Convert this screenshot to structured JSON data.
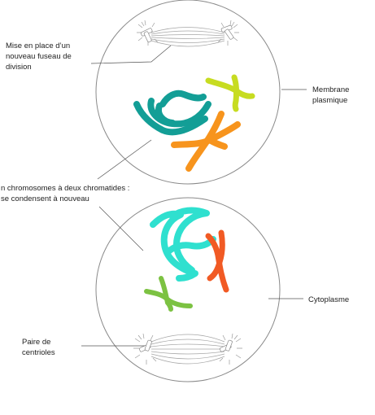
{
  "labels": {
    "spindle": "Mise en place d’un\nnouveau fuseau de\ndivision",
    "membrane": "Membrane\nplasmique",
    "chromosomes": "n chromosomes à deux chromatides :\nse condensent à nouveau",
    "cytoplasm": "Cytoplasme",
    "centrioles": "Paire de\ncentrioles"
  },
  "colors": {
    "outline": "#8a8a8a",
    "leader_line": "#555555",
    "teal": "#139e96",
    "yellow_green": "#c7dc21",
    "orange": "#f7941d",
    "cyan": "#2fe0cf",
    "red_orange": "#f15a24",
    "green": "#7cc242"
  }
}
